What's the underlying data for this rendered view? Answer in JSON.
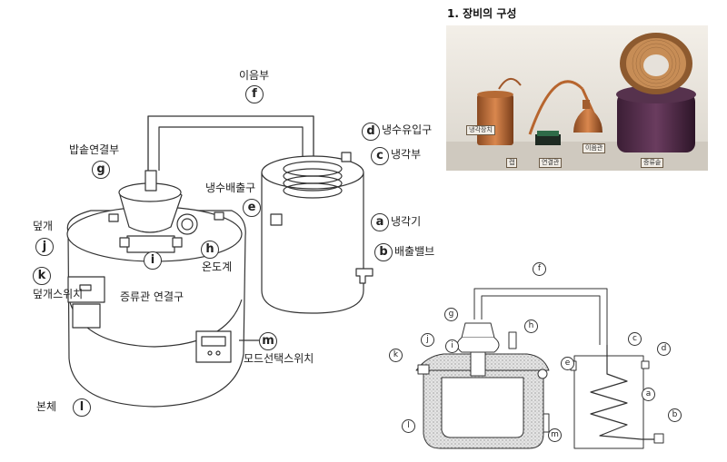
{
  "photo": {
    "title": "1. 장비의 구성",
    "labels": {
      "cooler": "냉각장치",
      "cap": "캡",
      "pipe": "연결관",
      "connector": "이음관",
      "body": "증류솥"
    }
  },
  "main_labels": {
    "f": {
      "marker": "f",
      "text": "이음부"
    },
    "g": {
      "marker": "g",
      "text": "밥솥연결부"
    },
    "d": {
      "marker": "d",
      "text": "냉수유입구"
    },
    "c": {
      "marker": "c",
      "text": "냉각부"
    },
    "e": {
      "marker": "e",
      "text": "냉수배출구"
    },
    "j": {
      "marker": "j",
      "text": "덮개"
    },
    "h": {
      "marker": "h",
      "text": "온도계"
    },
    "a": {
      "marker": "a",
      "text": "냉각기"
    },
    "b": {
      "marker": "b",
      "text": "배출밸브"
    },
    "k": {
      "marker": "k",
      "text": "덮개스위치"
    },
    "i": {
      "marker": "i",
      "text": "증류관 연결구"
    },
    "m": {
      "marker": "m",
      "text": "모드선택스위치"
    },
    "l": {
      "marker": "l",
      "text": "본체"
    }
  },
  "section_markers": [
    "f",
    "g",
    "h",
    "i",
    "j",
    "k",
    "l",
    "m",
    "a",
    "b",
    "c",
    "d",
    "e"
  ]
}
